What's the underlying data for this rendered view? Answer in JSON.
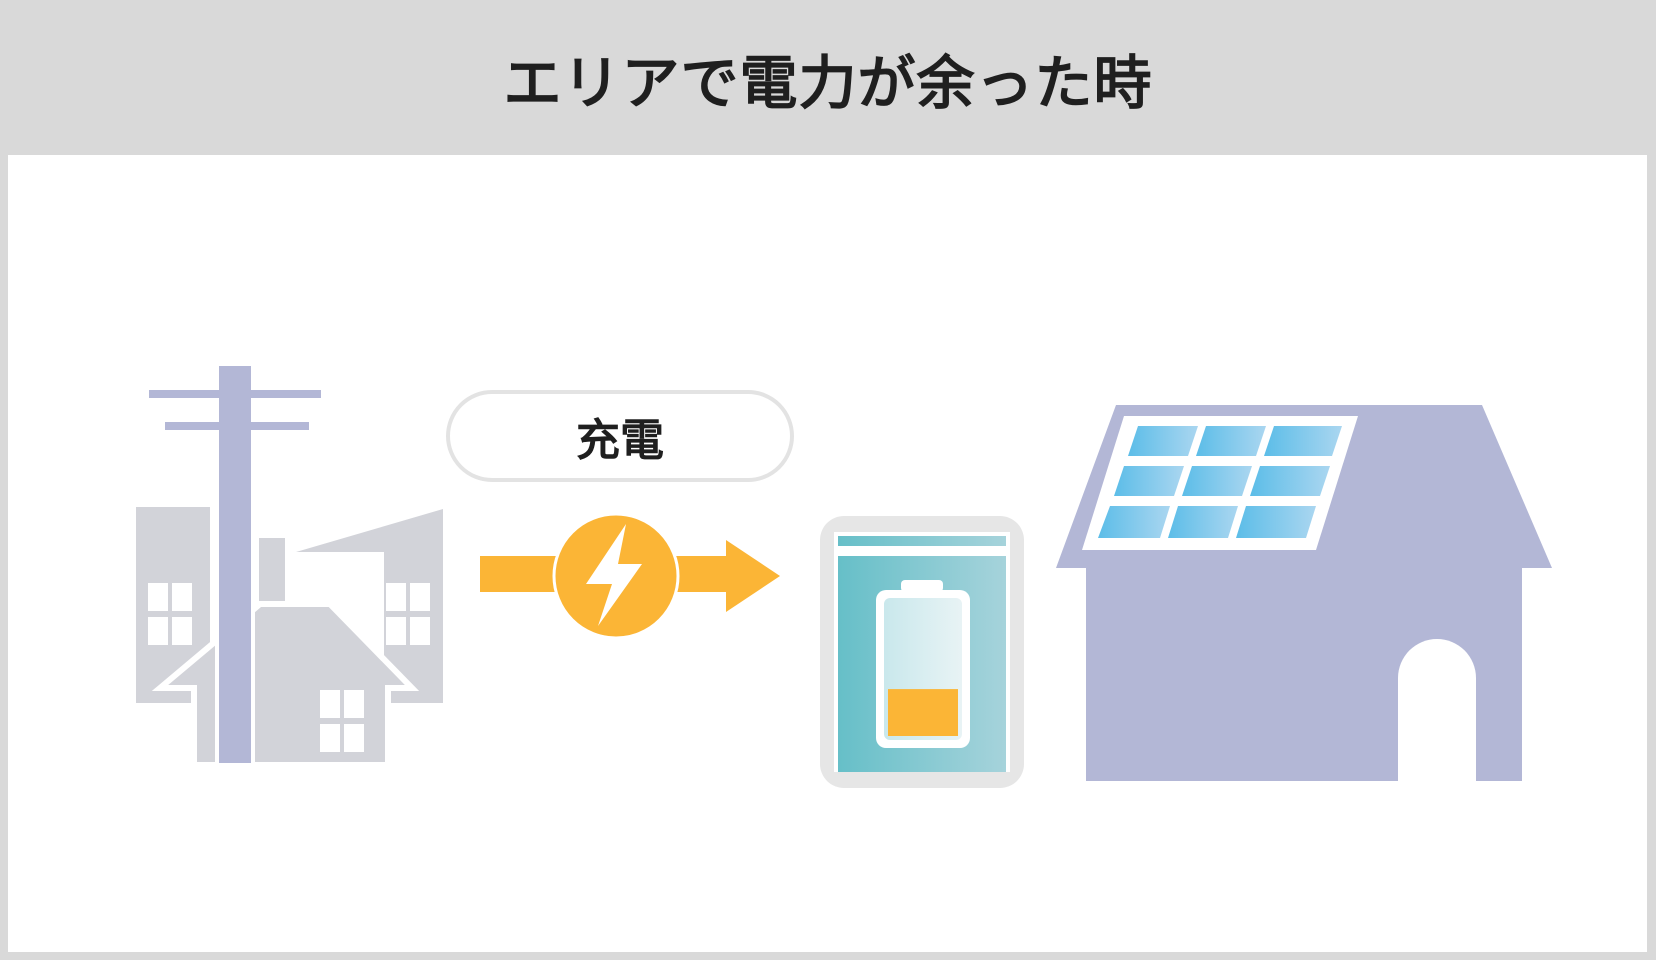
{
  "header": {
    "title": "エリアで電力が余った時"
  },
  "flow": {
    "label": "充電"
  },
  "colors": {
    "header_bg": "#d9d9d9",
    "building_gray": "#d2d3d9",
    "pole_purple": "#b3b7d6",
    "arrow_orange": "#fbb536",
    "battery_teal": "#6cc0c9",
    "solar_blue": "#6ec3ea",
    "house_purple": "#b3b7d6"
  },
  "icons": [
    "city-buildings-icon",
    "utility-pole-icon",
    "lightning-icon",
    "battery-storage-icon",
    "solar-house-icon"
  ],
  "battery": {
    "charge_level": 0.35
  }
}
